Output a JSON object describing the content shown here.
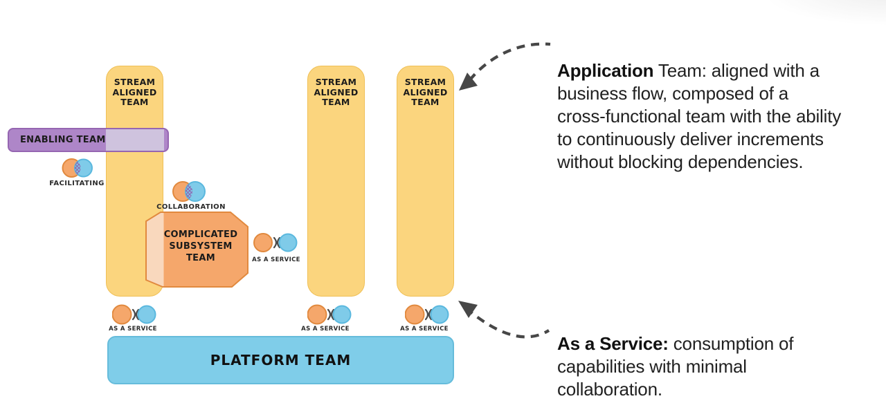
{
  "diagram": {
    "stream_team_label": "STREAM\nALIGNED\nTEAM",
    "enabling_label": "ENABLING TEAM",
    "facilitating_label": "FACILITATING",
    "collaboration_label": "COLLABORATION",
    "subsystem_label": "COMPLICATED\nSUBSYSTEM\nTEAM",
    "as_a_service_label": "AS A SERVICE",
    "platform_label": "PLATFORM TEAM"
  },
  "annotations": {
    "application": {
      "lead": "Application",
      "body": " Team: aligned with a\nbusiness flow, composed of a\ncross-functional team with the ability\nto continuously deliver increments\nwithout blocking dependencies."
    },
    "as_a_service": {
      "lead": "As a Service:",
      "body": " consumption of\ncapabilities with minimal\ncollaboration."
    }
  },
  "colors": {
    "stream_team_yellow": "#FBD57E",
    "stream_team_border": "#EFBF55",
    "enabling_purple": "#AE86C8",
    "enabling_border": "#9565B1",
    "enabling_overlap": "#CFC3DE",
    "subsystem_orange": "#F5A76B",
    "subsystem_border": "#E1893E",
    "subsystem_overlap": "#F9D8BD",
    "team_circle_orange": "#F5A76B",
    "team_circle_blue": "#7FCBE9",
    "platform_blue": "#7FCDE9",
    "platform_border": "#66BCDB",
    "arrow_gray": "#474747"
  }
}
